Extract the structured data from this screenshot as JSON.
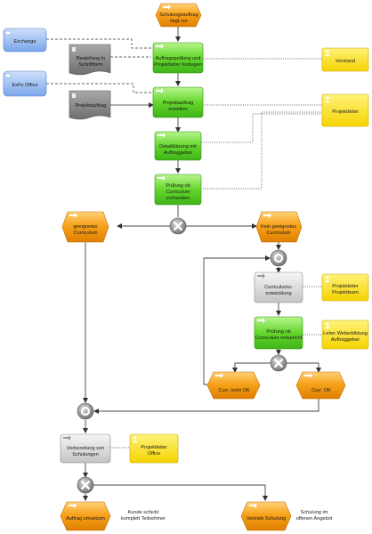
{
  "events": {
    "start": [
      "Schulungsauftrag",
      "liegt vor"
    ],
    "geeignet": [
      "geeignetes",
      "Curriculum"
    ],
    "kein_geeignet": [
      "Kein geeignetes",
      "Curriculum"
    ],
    "curr_nicht_ok": [
      "Curr. nicht OK"
    ],
    "curr_ok": [
      "Curr. OK"
    ],
    "auftrag_umsetzen": [
      "Auftrag umsetzen"
    ],
    "vertrieb": [
      "Vertrieb Schulung"
    ]
  },
  "functions": {
    "auftragspruefung": [
      "Auftragsprüfung und",
      "Projektleiter festlegen"
    ],
    "projektauftrag_erstellen": [
      "Projektauftrag",
      "erstellen"
    ],
    "detailklaerung": [
      "Detailklärung mit",
      "Auftraggeber"
    ],
    "pruefung_curriculum": [
      "Prüfung ob",
      "Curriculum",
      "vorhanden"
    ],
    "curriculumsentwicklung": [
      "Curriculums-",
      "entwicklung"
    ],
    "pruefung_entspricht": [
      "Prüfung ob",
      "Curriculum entspricht"
    ],
    "vorbereitung": [
      "Vorbereitung von",
      "Schulungen"
    ]
  },
  "systems": {
    "exchange": "Exchange",
    "exfo_office": "ExFo Office"
  },
  "documents": {
    "bestellung": [
      "Bestellung in",
      "Schriftform"
    ],
    "projektauftrag": [
      "Projektauftrag"
    ]
  },
  "roles": {
    "vorstand": [
      "Vorstand"
    ],
    "projektleiter": [
      "Projektleiter"
    ],
    "projektleiter_projektteam": [
      "Projektleiter",
      "Projektteam"
    ],
    "leiter_weiterbildung": [
      "Leiter Weiterbildung",
      "Auftraggeber"
    ],
    "projektleiter_office": [
      "Projektleiter",
      "Office"
    ]
  },
  "notes": {
    "kunde": [
      "Kunde schickt",
      "komplett Teilnehmer"
    ],
    "schulung": [
      "Schulung im",
      "offenen Angebot"
    ]
  },
  "colors": {
    "event": "#f39a00",
    "function": "#5fd22e",
    "function_grey": "#d6d6d6",
    "role": "#ffe000",
    "system": "#8fb6ee",
    "document": "#8a8a8a",
    "connector": "#8c8c8c"
  }
}
